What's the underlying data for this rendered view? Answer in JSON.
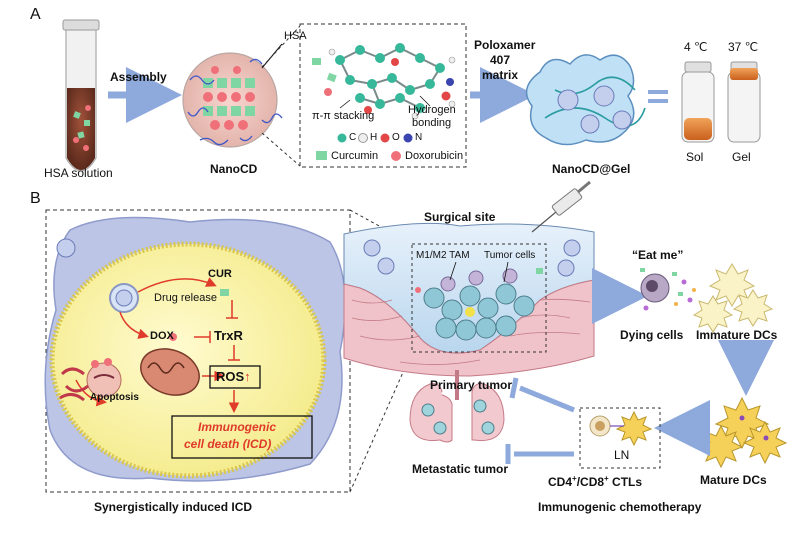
{
  "panelA": {
    "label": "A",
    "tube_caption": "HSA solution",
    "assembly": "Assembly",
    "hsa": "HSA",
    "nanocd": "NanoCD",
    "pi_stacking": "π-π stacking",
    "hbond_1": "Hydrogen",
    "hbond_2": "bonding",
    "atom_c": "C",
    "atom_h": "H",
    "atom_o": "O",
    "atom_n": "N",
    "curcumin": "Curcumin",
    "doxorubicin": "Doxorubicin",
    "poloxamer_1": "Poloxamer",
    "poloxamer_2": "407",
    "poloxamer_3": "matrix",
    "gel_caption": "NanoCD@Gel",
    "temp_4": "4 ℃",
    "temp_37": "37 ℃",
    "sol": "Sol",
    "gel": "Gel"
  },
  "panelB": {
    "label": "B",
    "cur": "CUR",
    "drug_release": "Drug release",
    "dox": "DOX",
    "trxr": "TrxR",
    "ros": "ROS",
    "ros_arrow": "↑",
    "apoptosis": "Apoptosis",
    "icd_1": "Immunogenic",
    "icd_2": "cell death (ICD)",
    "synergy": "Synergistically induced ICD",
    "surgical_site": "Surgical site",
    "tam": "M1/M2 TAM",
    "tumor_cells": "Tumor cells",
    "primary_tumor": "Primary  tumor",
    "eat_me": "“Eat me”",
    "dying_cells": "Dying cells",
    "immature_dcs": "Immature DCs",
    "mature_dcs": "Mature DCs",
    "ln": "LN",
    "ctl_prefix_1": "CD4",
    "ctl_sup_1": "+",
    "ctl_prefix_2": "/CD8",
    "ctl_sup_2": "+",
    "ctl_suffix": " CTLs",
    "metastatic": "Metastatic tumor",
    "immuno_chemo": "Immunogenic chemotherapy"
  },
  "colors": {
    "arrow_blue": "#8ea9dc",
    "curcumin_green": "#7fd6a3",
    "doxorubicin_red": "#f0707a",
    "cell_yellow": "#fbf6b0",
    "cell_blue": "#aab6df",
    "tissue_pink": "#efc3c9",
    "red_arrow": "#e03a2a",
    "gel_blue": "#9ed3f0"
  }
}
